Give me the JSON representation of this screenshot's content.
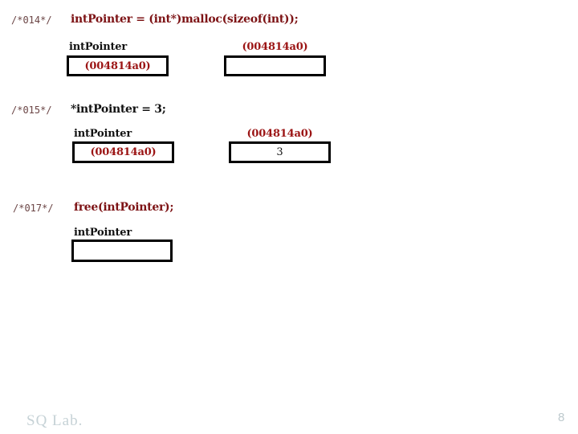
{
  "slide": {
    "title_context": "malloc / pointer assignment / free memory diagram",
    "colors": {
      "code_red": "#7d1315",
      "code_black": "#121212",
      "address_red": "#9b1414",
      "comment_gray": "#6b4545",
      "box_border": "#000000",
      "footer_gray": "#c6d2d6"
    },
    "sections": [
      {
        "comment": "/*014*/",
        "code": "intPointer = (int*)malloc(sizeof(int));",
        "var_label": "intPointer",
        "var_value": "(004814a0)",
        "heap_label": "(004814a0)",
        "heap_value": ""
      },
      {
        "comment": "/*015*/",
        "code": "*intPointer = 3;",
        "var_label": "intPointer",
        "var_value": "(004814a0)",
        "heap_label": "(004814a0)",
        "heap_value": "3"
      },
      {
        "comment": "/*017*/",
        "code": "free(intPointer);",
        "var_label": "intPointer",
        "var_value": ""
      }
    ],
    "footer": {
      "lab": "SQ Lab.",
      "page": "8"
    }
  }
}
